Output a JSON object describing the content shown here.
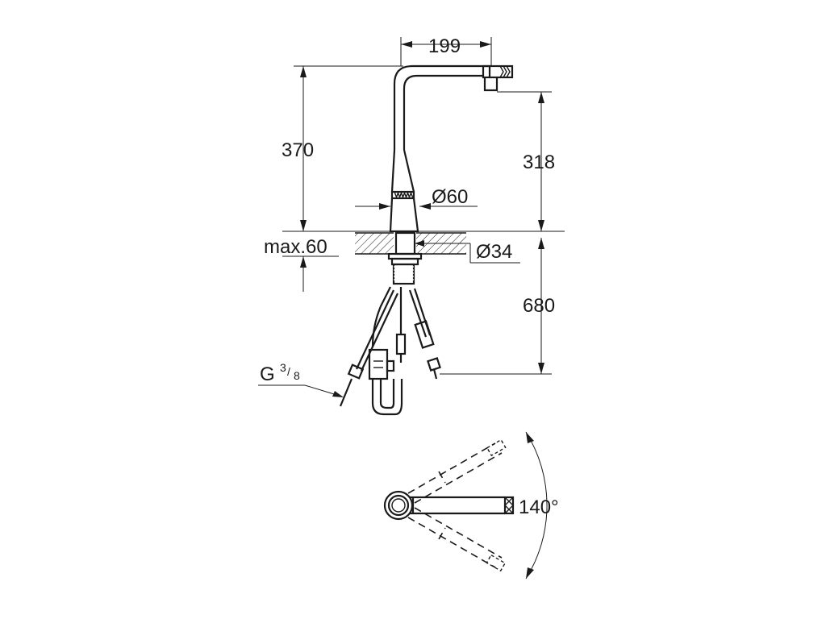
{
  "dimensions": {
    "spout_reach": "199",
    "total_height": "370",
    "spout_height": "318",
    "body_diameter": "Ø60",
    "deck_thickness": "max.60",
    "hole_diameter": "Ø34",
    "hose_length": "680",
    "thread_prefix": "G",
    "thread_num": "3",
    "thread_den": "8",
    "swivel_angle": "140°"
  }
}
